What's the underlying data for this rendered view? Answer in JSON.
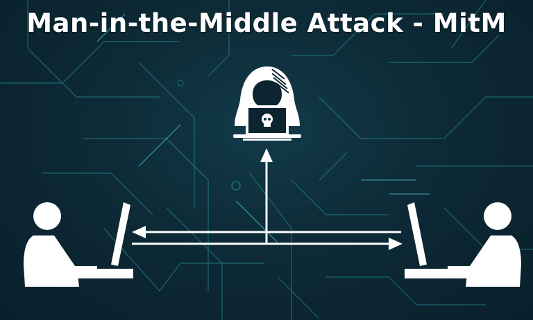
{
  "title": "Man-in-the-Middle Attack - MitM",
  "colors": {
    "background": "#0c2430",
    "circuit_line": "#2bb6c0",
    "foreground": "#ffffff"
  },
  "diagram": {
    "nodes": [
      {
        "id": "attacker",
        "label": "Attacker (hooded hacker with laptop showing skull)",
        "icon": "hacker-icon"
      },
      {
        "id": "user-left",
        "label": "User at computer (left)",
        "icon": "user-computer-icon"
      },
      {
        "id": "user-right",
        "label": "User at computer (right)",
        "icon": "user-computer-icon"
      }
    ],
    "edges": [
      {
        "from": "user-right",
        "to": "user-left",
        "type": "arrow-left"
      },
      {
        "from": "user-left",
        "to": "user-right",
        "type": "arrow-right"
      },
      {
        "from": "communication-channel",
        "to": "attacker",
        "type": "arrow-up"
      }
    ]
  }
}
